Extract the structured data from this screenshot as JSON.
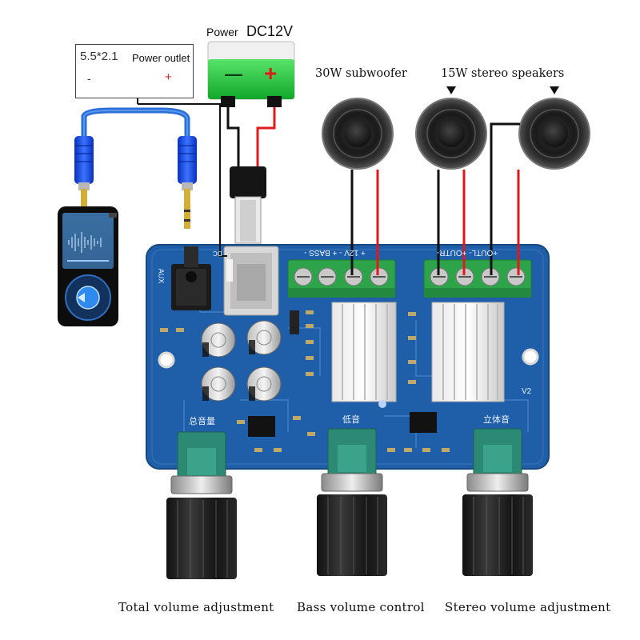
{
  "power": {
    "label": "Power",
    "voltage": "DC12V",
    "minus": "—",
    "plus": "+"
  },
  "outlet": {
    "size": "5.5*2.1",
    "label": "Power outlet",
    "minus": "-",
    "plus": "+"
  },
  "speakers": {
    "subwoofer": "30W subwoofer",
    "stereo": "15W stereo speakers"
  },
  "board": {
    "aux": "AUX",
    "dc": "DC",
    "terminals_left": "+ 12V - + BASS -",
    "terminals_right": "+OUTL- +OUTR-",
    "knob_total": "总音量",
    "knob_bass": "低音",
    "knob_stereo": "立体音",
    "version": "V2"
  },
  "captions": {
    "total": "Total volume adjustment",
    "bass": "Bass volume control",
    "stereo": "Stereo volume adjustment"
  },
  "colors": {
    "board": "#1f5ea8",
    "battery": "#1ecb3a",
    "wire_red": "#e01a1a",
    "wire_black": "#111111",
    "cable_blue": "#2a6fd8"
  }
}
